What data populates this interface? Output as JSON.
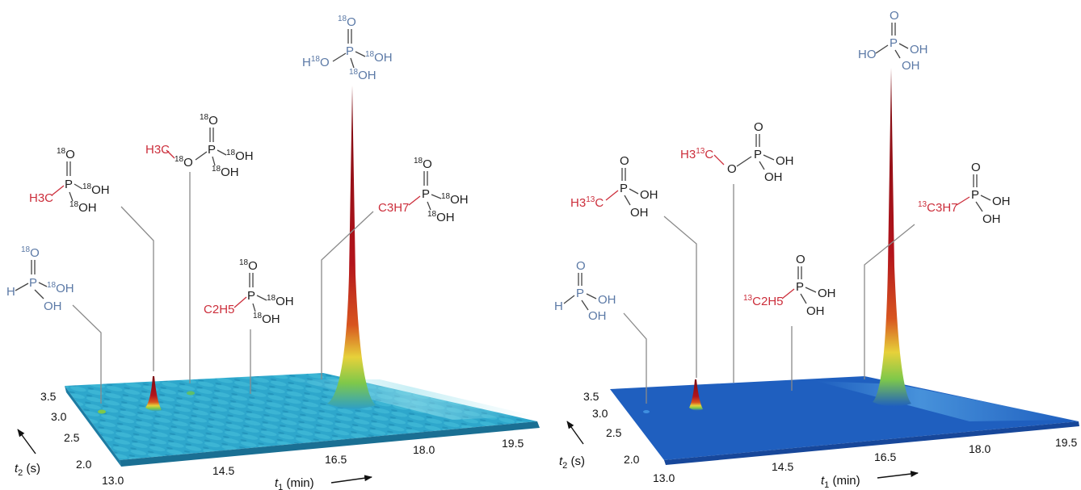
{
  "chart_data": [
    {
      "type": "surface",
      "panel": "left",
      "xlabel": "t1 (min)",
      "ylabel": "t2 (s)",
      "xticks": [
        "13.0",
        "14.5",
        "16.5",
        "18.0",
        "19.5"
      ],
      "yticks": [
        "2.0",
        "2.5",
        "3.0",
        "3.5"
      ],
      "xlim": [
        13.0,
        19.5
      ],
      "ylim": [
        2.0,
        3.5
      ],
      "peaks": [
        {
          "compound": "H-P(=18O)(18OH)(OH)",
          "t1": 13.3,
          "relative_height": 0.02
        },
        {
          "compound": "H3C-P(=18O)(18OH)2",
          "t1": 14.4,
          "relative_height": 0.14
        },
        {
          "compound": "H3C-18O-P(=18O)(18OH)2",
          "t1": 14.7,
          "relative_height": 0.03
        },
        {
          "compound": "C2H5-P(=18O)(18OH)2",
          "t1": 15.7,
          "relative_height": 0.01
        },
        {
          "compound": "H18O-P(=18O)(18OH)2",
          "t1": 17.0,
          "relative_height": 1.0
        },
        {
          "compound": "C3H7-P(=18O)(18OH)2",
          "t1": 16.6,
          "relative_height": 0.01
        }
      ],
      "surface_color": "#2e9fc6"
    },
    {
      "type": "surface",
      "panel": "right",
      "xlabel": "t1 (min)",
      "ylabel": "t2 (s)",
      "xticks": [
        "13.0",
        "14.5",
        "16.5",
        "18.0",
        "19.5"
      ],
      "yticks": [
        "2.0",
        "2.5",
        "3.0",
        "3.5"
      ],
      "xlim": [
        13.0,
        19.5
      ],
      "ylim": [
        2.0,
        3.5
      ],
      "peaks": [
        {
          "compound": "H-P(=O)(OH)2",
          "t1": 13.3,
          "relative_height": 0.01
        },
        {
          "compound": "H3-13C-P(=O)(OH)2",
          "t1": 14.4,
          "relative_height": 0.09
        },
        {
          "compound": "H3-13C-O-P(=O)(OH)2",
          "t1": 15.0,
          "relative_height": 0.01
        },
        {
          "compound": "13C2H5-P(=O)(OH)2",
          "t1": 15.8,
          "relative_height": 0.01
        },
        {
          "compound": "HO-P(=O)(OH)2",
          "t1": 17.2,
          "relative_height": 1.0
        },
        {
          "compound": "13C3H7-P(=O)(OH)2",
          "t1": 16.8,
          "relative_height": 0.01
        }
      ],
      "surface_color": "#1f5fbf"
    }
  ],
  "axes": {
    "t1_symbol": "t",
    "t1_sub": "1",
    "t1_unit": " (min)",
    "t2_symbol": "t",
    "t2_sub": "2",
    "t2_unit": " (s)",
    "xticks": [
      "13.0",
      "14.5",
      "16.5",
      "18.0",
      "19.5"
    ],
    "yticks": [
      "3.5",
      "3.0",
      "2.5",
      "2.0"
    ]
  },
  "colors": {
    "labeled_atom": "#5b79a6",
    "labeled_group": "#cc2e3b",
    "peak_top": "#b3141c",
    "surface_left": "#2e9fc6",
    "surface_right": "#1f5fbf"
  },
  "text": {
    "iso18": "18",
    "iso13": "13",
    "O": "O",
    "P": "P",
    "H": "H",
    "OH": "OH",
    "HO": "HO",
    "H3C": "H3C",
    "H3": "H3",
    "C": "C",
    "C2H5": "C2H5",
    "C3H7": "C3H7",
    "C2": "C2",
    "C3": "C3",
    "H5": "H5",
    "H7": "H7"
  }
}
